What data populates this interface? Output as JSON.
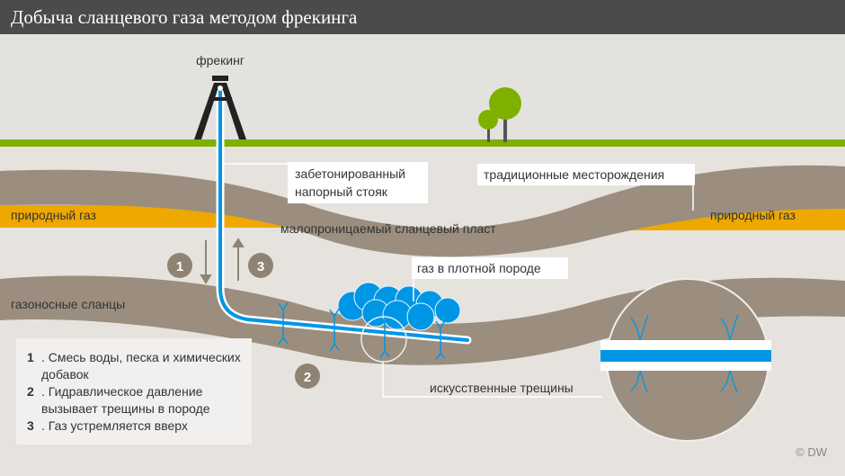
{
  "title": "Добыча сланцевого газа методом фрекинга",
  "labels": {
    "fracking": "фрекинг",
    "cased_well_1": "забетонированный",
    "cased_well_2": "напорный стояк",
    "traditional_deposits": "традиционные месторождения",
    "natural_gas_left": "природный газ",
    "natural_gas_right": "природный газ",
    "impermeable_shale": "малопроницаемый сланцевый пласт",
    "tight_gas": "газ в плотной породе",
    "gas_shale": "газоносные сланцы",
    "artificial_fractures": "искусственные трещины"
  },
  "steps": [
    {
      "num": "1",
      "text": "Смесь воды, песка и химических добавок"
    },
    {
      "num": "2",
      "text": "Гидравлическое давление вызывает трещины в породе"
    },
    {
      "num": "3",
      "text": "Газ устремляется вверх"
    }
  ],
  "markers": [
    "1",
    "2",
    "3"
  ],
  "copyright": "© DW",
  "colors": {
    "shale": "#9b8e7e",
    "gas": "#eea800",
    "pipe": "#0096e6",
    "grass": "#7fb000",
    "title_bg": "#4b4b4b"
  }
}
